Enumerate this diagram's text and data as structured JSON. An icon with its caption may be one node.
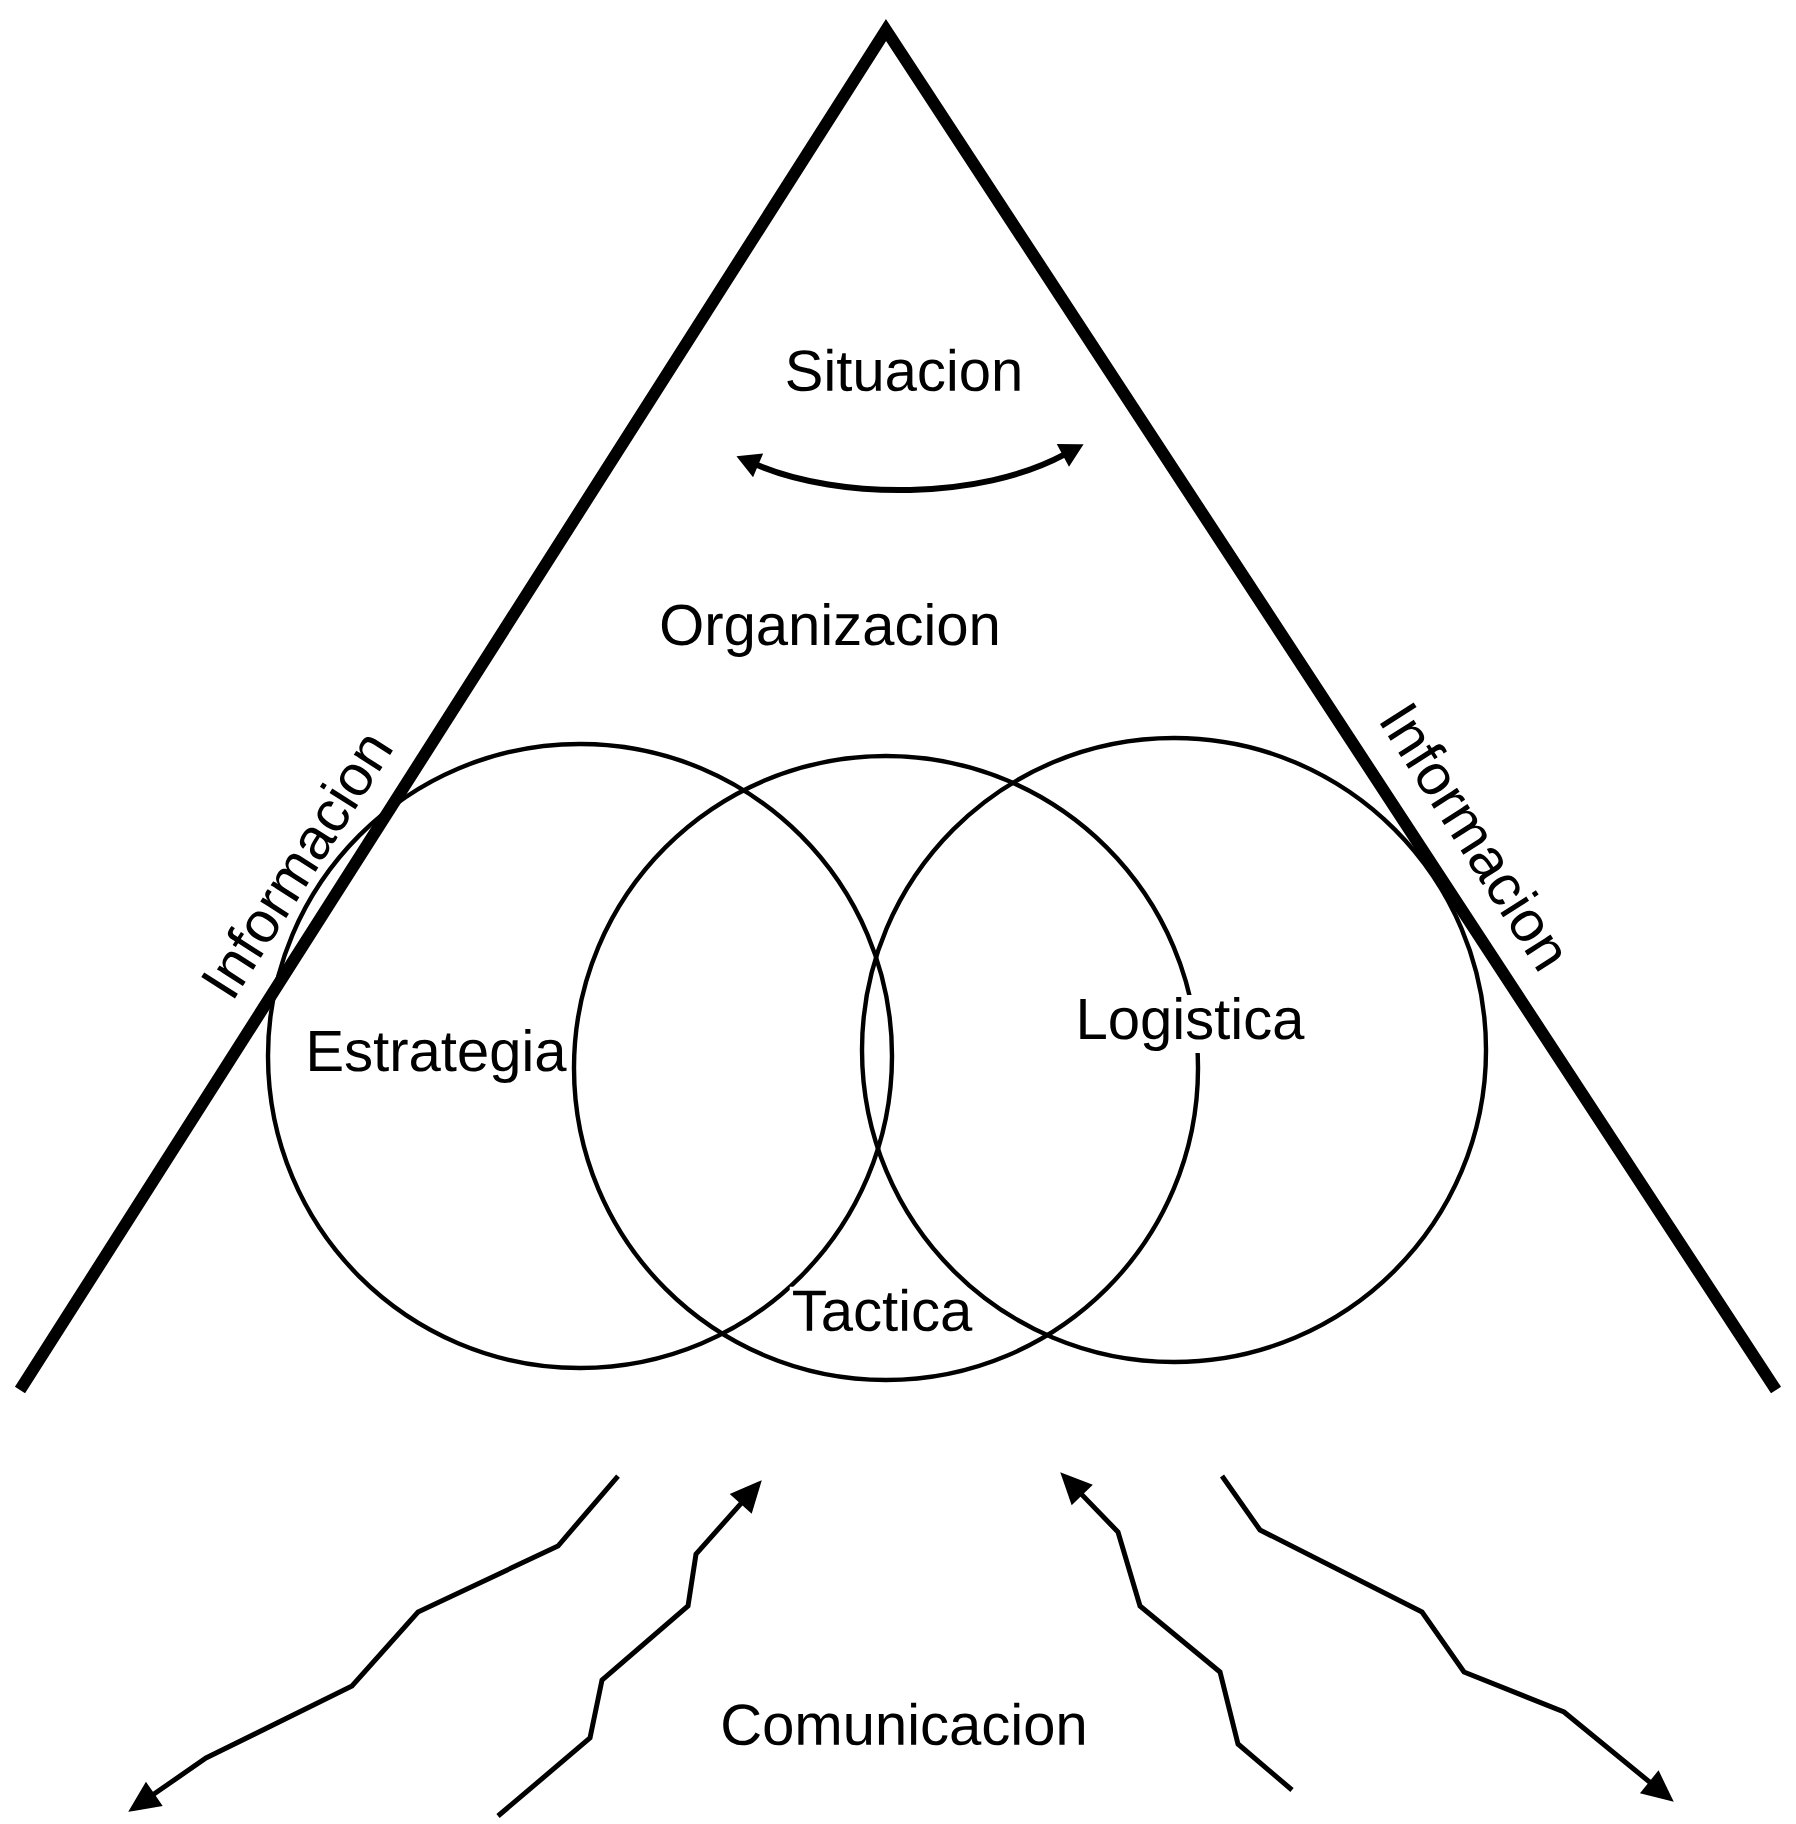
{
  "diagram": {
    "nodes": [
      {
        "text": [
          "Estrategia"
        ]
      },
      {
        "text": [
          "Tactica"
        ]
      },
      {
        "text": [
          "Logistica"
        ]
      }
    ],
    "labels": [
      "Situacion",
      "Organizacion",
      "Informacion",
      "Informacion",
      "Comunicacion"
    ]
  }
}
